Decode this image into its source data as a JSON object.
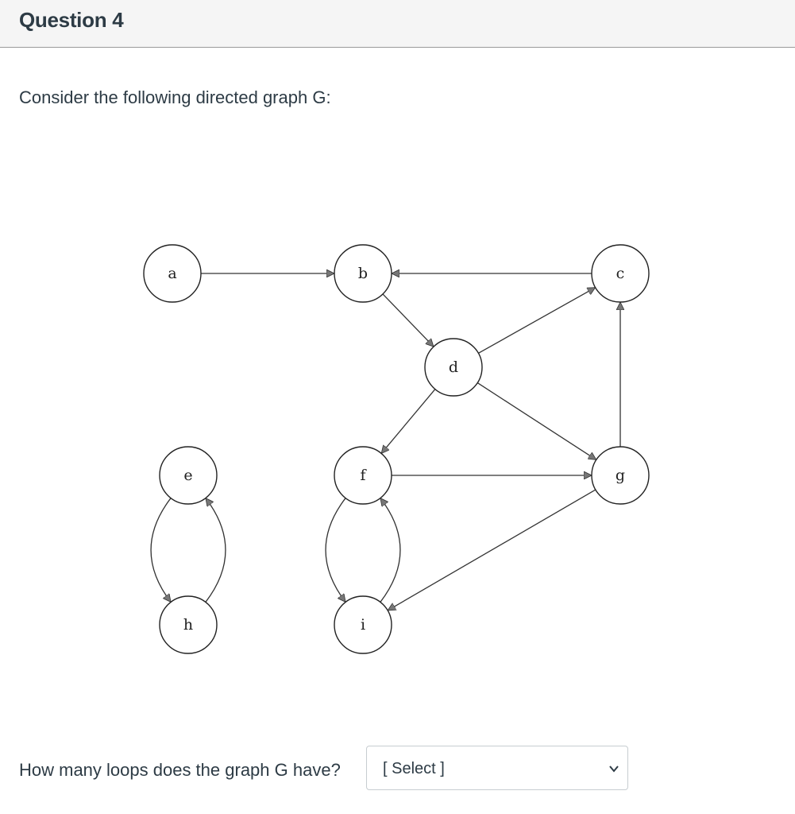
{
  "header": {
    "title": "Question 4"
  },
  "prompt": "Consider the following directed graph G:",
  "graph": {
    "nodes": [
      {
        "id": "a",
        "label": "a"
      },
      {
        "id": "b",
        "label": "b"
      },
      {
        "id": "c",
        "label": "c"
      },
      {
        "id": "d",
        "label": "d"
      },
      {
        "id": "e",
        "label": "e"
      },
      {
        "id": "f",
        "label": "f"
      },
      {
        "id": "g",
        "label": "g"
      },
      {
        "id": "h",
        "label": "h"
      },
      {
        "id": "i",
        "label": "i"
      }
    ],
    "edges": [
      {
        "from": "a",
        "to": "b"
      },
      {
        "from": "c",
        "to": "b"
      },
      {
        "from": "b",
        "to": "d"
      },
      {
        "from": "d",
        "to": "c"
      },
      {
        "from": "d",
        "to": "f"
      },
      {
        "from": "d",
        "to": "g"
      },
      {
        "from": "f",
        "to": "g"
      },
      {
        "from": "g",
        "to": "c"
      },
      {
        "from": "g",
        "to": "i"
      },
      {
        "from": "e",
        "to": "h"
      },
      {
        "from": "h",
        "to": "e"
      },
      {
        "from": "f",
        "to": "i"
      },
      {
        "from": "i",
        "to": "f"
      }
    ]
  },
  "question": {
    "text": "How many loops does the graph G have?",
    "select": {
      "value": "[ Select ]",
      "icon": "chevron-down-icon"
    }
  }
}
